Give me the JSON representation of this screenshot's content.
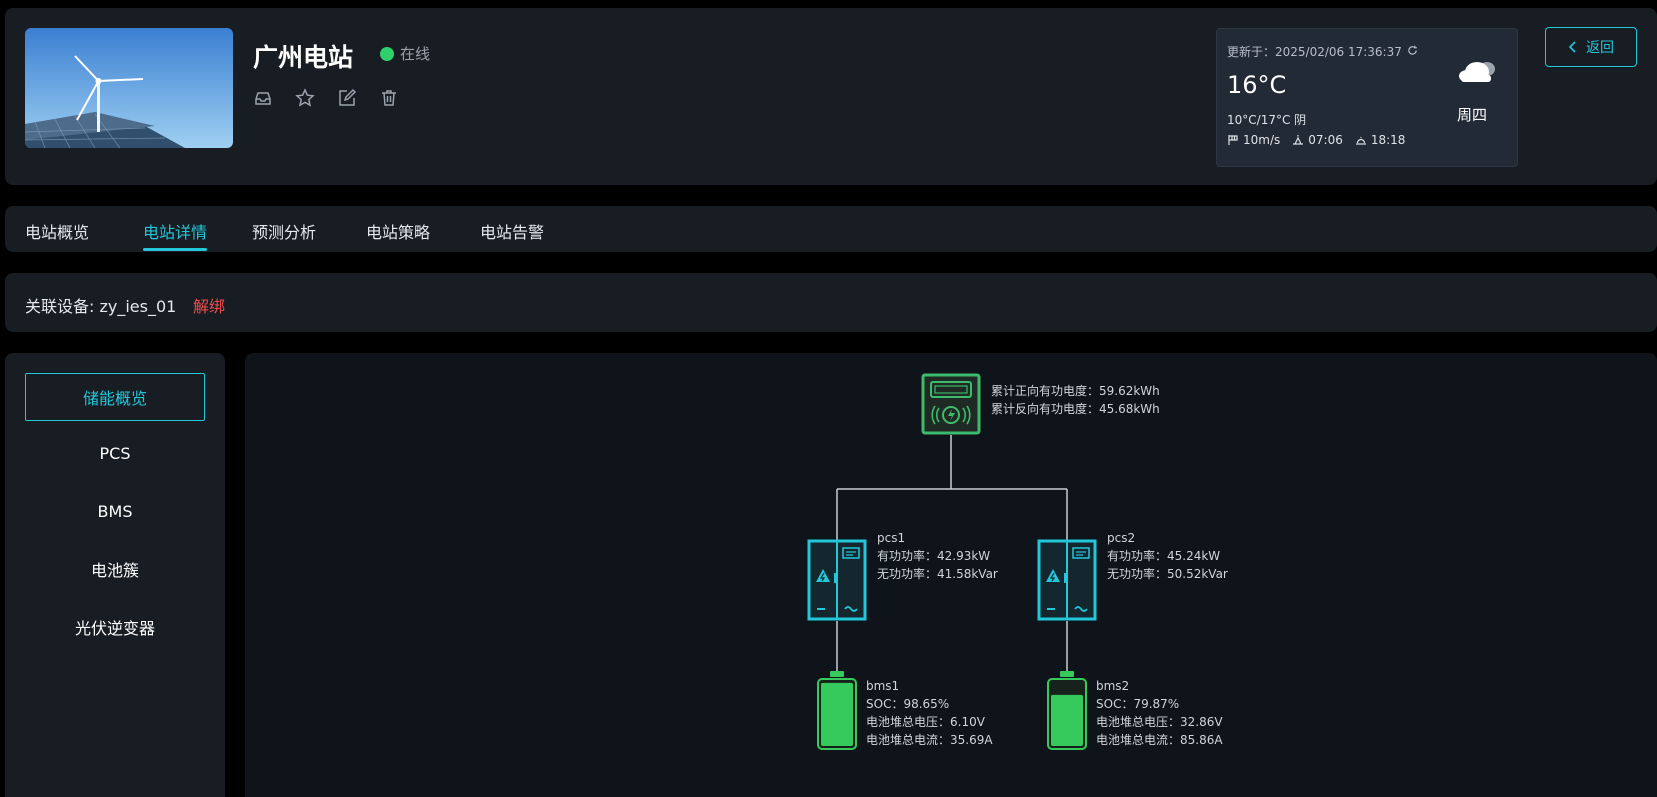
{
  "header": {
    "station_name": "广州电站",
    "status": "在线",
    "action_icons": [
      "archive-icon",
      "star-icon",
      "edit-icon",
      "trash-icon"
    ],
    "back_label": "返回",
    "weather": {
      "updated": "更新于：2025/02/06 17:36:37",
      "temp": "16°C",
      "range": "10°C/17°C 阴",
      "wind": "10m/s",
      "sunrise": "07:06",
      "sunset": "18:18",
      "day": "周四",
      "icon": "cloudy-icon"
    }
  },
  "tabs": [
    {
      "label": "电站概览"
    },
    {
      "label": "电站详情",
      "active": true
    },
    {
      "label": "预测分析"
    },
    {
      "label": "电站策略"
    },
    {
      "label": "电站告警"
    }
  ],
  "device": {
    "label": "关联设备: zy_ies_01",
    "unbind": "解绑"
  },
  "menu": [
    {
      "label": "储能概览",
      "active": true
    },
    {
      "label": "PCS"
    },
    {
      "label": "BMS"
    },
    {
      "label": "电池簇"
    },
    {
      "label": "光伏逆变器"
    }
  ],
  "meter": {
    "forward": "累计正向有功电度：59.62kWh",
    "reverse": "累计反向有功电度：45.68kWh"
  },
  "pcs": [
    {
      "name": "pcs1",
      "active": "有功功率：42.93kW",
      "reactive": "无功功率：41.58kVar"
    },
    {
      "name": "pcs2",
      "active": "有功功率：45.24kW",
      "reactive": "无功功率：50.52kVar"
    }
  ],
  "bms": [
    {
      "name": "bms1",
      "soc": "SOC：98.65%",
      "voltage": "电池堆总电压：6.10V",
      "current": "电池堆总电流：35.69A",
      "soc_value": 0.9865
    },
    {
      "name": "bms2",
      "soc": "SOC：79.87%",
      "voltage": "电池堆总电压：32.86V",
      "current": "电池堆总电流：85.86A",
      "soc_value": 0.7987
    }
  ],
  "colors": {
    "accent": "#22c7da",
    "online": "#2fcf6e",
    "danger": "#ef4d4d",
    "meter": "#3dbb6c",
    "battery": "#36c95b"
  }
}
